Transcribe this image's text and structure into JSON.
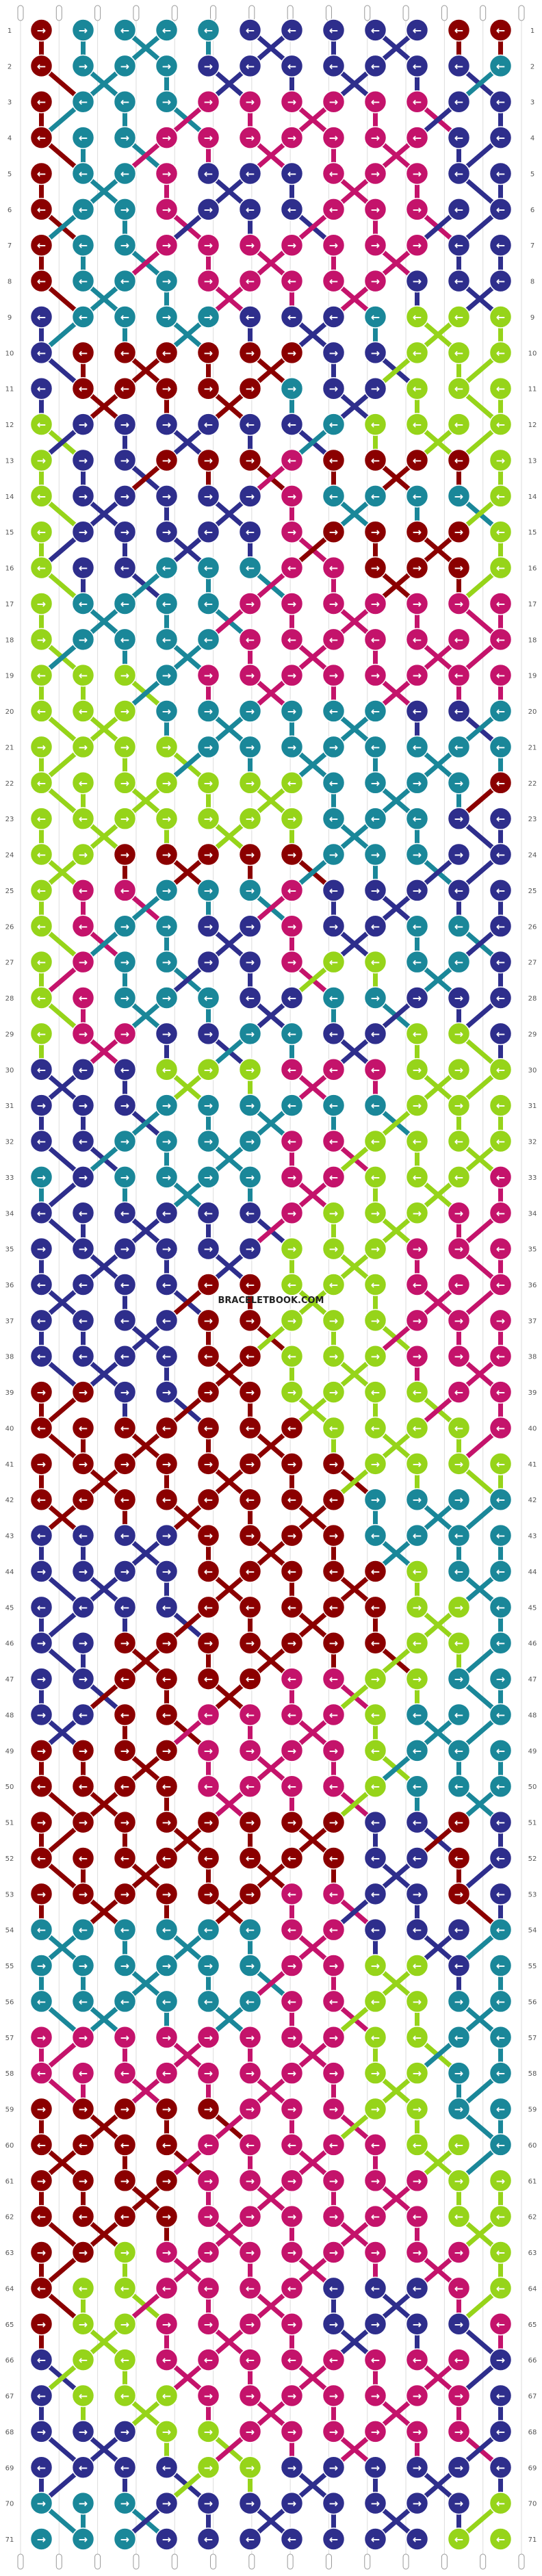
{
  "site": {
    "watermark": "BRACELETBOOK.COM"
  },
  "pattern": {
    "type": "alpha",
    "strings": 14,
    "rows": 71,
    "row_labels": [
      "1",
      "2",
      "3",
      "4",
      "5",
      "6",
      "7",
      "8",
      "9",
      "10",
      "11",
      "12",
      "13",
      "14",
      "15",
      "16",
      "17",
      "18",
      "19",
      "20",
      "21",
      "22",
      "23",
      "24",
      "25",
      "26",
      "27",
      "28",
      "29",
      "30",
      "31",
      "32",
      "33",
      "34",
      "35",
      "36",
      "37",
      "38",
      "39",
      "40",
      "41",
      "42",
      "43",
      "44",
      "45",
      "46",
      "47",
      "48",
      "49",
      "50",
      "51",
      "52",
      "53",
      "54",
      "55",
      "56",
      "57",
      "58",
      "59",
      "60",
      "61",
      "62",
      "63",
      "64",
      "65",
      "66",
      "67",
      "68",
      "69",
      "70",
      "71"
    ],
    "palette": {
      "M": "#8b0000",
      "T": "#1a8799",
      "N": "#2e2e8c",
      "P": "#c4136b",
      "L": "#96d41a"
    },
    "arrows": {
      "right": "→",
      "left": "←"
    },
    "grid": [
      "MTTTTNNNNNMM",
      "MTTTNNNNNNNT",
      "MTTTPPPPPPNN",
      "MTTPPPPPPPNN",
      "MTTPNNNPPPNN",
      "MTTPNNNPPPNN",
      "MTTPPPPPPPNN",
      "MTTTPPPPPNNN",
      "NTTTTNNNTLLL",
      "NMMMMMMNNLLL",
      "NMMMMMTNNLLL",
      "LNNNNNNTLLLL",
      "LNNMMMPMMMML",
      "LNNNNNPTTTTL",
      "LNNNNNPMMMML",
      "LNNTTTPPMMML",
      "LTTTTPPPPPPP",
      "LTTTTPPPPPPP",
      "LLLTPPPPPPPP",
      "LLLTTTTTTNNT",
      "LLLLTTTTTTTT",
      "LLLLLLLTTTTM",
      "LLLLLLLTTTNN",
      "LLMMMMMTTTNN",
      "LPPTTTPNNNNN",
      "LPTTNNPNNTTN",
      "LPTTNNPLLTTN",
      "LPTTTNNTTNNN",
      "LPPNNTTNNLLN",
      "NNNLLLPPPLLL",
      "NNNTTTTTTLLL",
      "NNTTTTPPLLLL",
      "TNTTTTPPLLLP",
      "NNNNNNPLLLPP",
      "NNNNNNLLLPPP",
      "NNNNMMLLLPPP",
      "NNNNMMLLLPPP",
      "NNNNMMLLLPPP",
      "MMNNMMLLLLPP",
      "MMMMMMMLLLLP",
      "MMMMMMMMLLLL",
      "MMMMMMMMTTTT",
      "NNNNMMMMTTTT",
      "NNNNMMMMMLTT",
      "NNNNMMMMMLLT",
      "NNMMMMMMMLLT",
      "NNMMMMPPLLTT",
      "NNMMPPPPLTTT",
      "MMMMPPPPLTTT",
      "MMMMPPPPLTTT",
      "MMMMMMMMNNMN",
      "MMMMMMMMNNMN",
      "MMMMMMPPNNMN",
      "TTTTTTPPNNNT",
      "TTTTTTPPLLNT",
      "TTTTTTPPLLTT",
      "PPPPPPPPLLTT",
      "PPPPPPPPLLTT",
      "MMMMMPPPLLTT",
      "MMMMPPPPPLLT",
      "MMMMPPPPPPLL",
      "MMMMPPPPPPLL",
      "MMLPPPPPPPPL",
      "MLLPPPPNNNPL",
      "MLLPPPPNNNNP",
      "NLLPPPPPPPPN",
      "NLLLPPPPPPPN",
      "NNNLLPPPPPPN",
      "NNNNLLNNNNNN",
      "TTTNNNNNNNNL",
      "TTTNNNNNNNLL"
    ],
    "directions": [
      "RRLLLLLLLLLL",
      "LRRRRLLLLLLL",
      "LLLRRRRRLLLL",
      "LLRRRRRRRLLL",
      "LLLRLLLLRRLL",
      "LLRRRLLLRRLL",
      "LLRRRRRRRRLL",
      "LLLRRLLLRRLL",
      "LLLRRLLLLLLL",
      "LLLLRRRRRLLL",
      "LLLRRRRRRLLL",
      "LRRRLLLLLLLL",
      "RRRRRRLLLLLR",
      "LRRRRRRLLLRL",
      "LRRRLLRRRRRL",
      "LLLLLLLLRRRL",
      "RLLLLRRRRRRL",
      "RRLLLLLLLLLL",
      "LLRRRRRRRRLL",
      "LLRRRRRLLLLL",
      "RRRRRRRRLLLL",
      "LLRRRRLLRRRL",
      "LLRRRRRLLLRL",
      "LRRRRRRRRRRL",
      "LLLRRRLLRRLL",
      "LLRRRRRRLLLL",
      "LRRRRRRLLLLL",
      "LLRRLLLLRRRL",
      "LRRRRRLLLLRL",
      "LLLLRRLLLRRL",
      "RRRRRRLLLRRL",
      "LLRRRRLLLLLL",
      "RRRRRRRLLLLL",
      "LLLLLLRRRRRL",
      "RRRRRRRRRRRL",
      "LLLLLLLLLLLL",
      "LLLLRRRRRRRR",
      "LLLLLLLRRRRL",
      "RRRRRRRRLLLL",
      "LLLLLLLLLLLL",
      "RRRRRRRRRRRL",
      "LLLLLLLLRRRL",
      "LLLRRRRRLLLL",
      "RRRRLLLLLLLL",
      "LLLLLLLLLRRL",
      "RRRRRRRRLLLL",
      "RRLLLLLLRRRR",
      "RLLLLLLLLLLL",
      "RRRRRRRRLLLL",
      "LLLLLLLLLLLL",
      "RRRRRRRRLLLL",
      "LLLLLLLLLLLL",
      "RRRRRRLLLRRL",
      "LLLLLLLLLLLL",
      "RRRRRRRRRLLL",
      "LLLLLLLLLRRL",
      "RRRRRRRRLLLL",
      "LLLLRRRRRRRL",
      "RRRRRRRRRRRL",
      "LLLLLLLLLLLL",
      "RRRRRRRRRRRR",
      "LLLRRRRRLLLL",
      "RRRRRRRRRRRL",
      "LLLLLLLLLLLL",
      "RRRRRRRRRRRL",
      "LLLLLLLLLLLR",
      "LLLLRRRRRRRL",
      "RRRRRRRRRRRL",
      "LLLLRRRRRRRL",
      "RRRRRRRRRRRL",
      "RRRRLLLLLLLL"
    ]
  }
}
